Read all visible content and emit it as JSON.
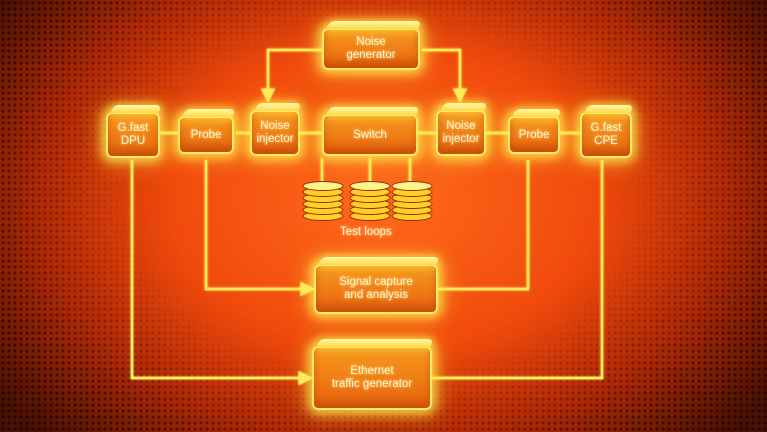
{
  "nodes": {
    "noise_generator": "Noise\ngenerator",
    "dpu": "G.fast\nDPU",
    "probe_left": "Probe",
    "noise_injector_left": "Noise\ninjector",
    "switch": "Switch",
    "noise_injector_right": "Noise\ninjector",
    "probe_right": "Probe",
    "cpe": "G.fast\nCPE",
    "signal_capture": "Signal capture\nand analysis",
    "ethernet_generator": "Ethernet\ntraffic generator"
  },
  "test_loops_label": "Test loops",
  "colors": {
    "wire": "#ffec5a",
    "box_fill": "#f0801a",
    "box_border": "#ffe96a",
    "background": "#f04a0c"
  }
}
